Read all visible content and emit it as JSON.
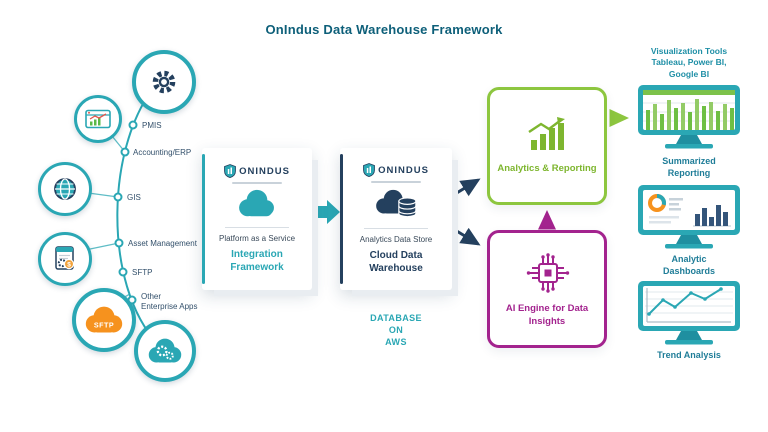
{
  "title": "OnIndus Data Warehouse Framework",
  "brand": {
    "name": "ONINDUS"
  },
  "colors": {
    "teal": "#2AA7B4",
    "navy": "#24405E",
    "green": "#8DC63F",
    "purple": "#A3238E",
    "orange": "#F6921E"
  },
  "sources": {
    "items": [
      "PMIS",
      "Accounting/ERP",
      "GIS",
      "Asset Management",
      "SFTP",
      "Other\nEnterprise Apps"
    ],
    "sftp_badge": "SFTP"
  },
  "icons": {
    "dollar": "$"
  },
  "integration": {
    "service": "Platform as a Service",
    "label": "Integration\nFramework"
  },
  "warehouse": {
    "service": "Analytics Data Store",
    "label": "Cloud Data\nWarehouse",
    "platform": "DATABASE\nON\nAWS"
  },
  "analytics": {
    "label": "Analytics & Reporting"
  },
  "ai": {
    "label": "AI Engine for Data\nInsights"
  },
  "outputs": {
    "tools_note": "Visualization Tools\nTableau, Power BI,\nGoogle BI",
    "monitors": [
      {
        "label": "Summarized\nReporting"
      },
      {
        "label": "Analytic\nDashboards"
      },
      {
        "label": "Trend Analysis"
      }
    ]
  }
}
